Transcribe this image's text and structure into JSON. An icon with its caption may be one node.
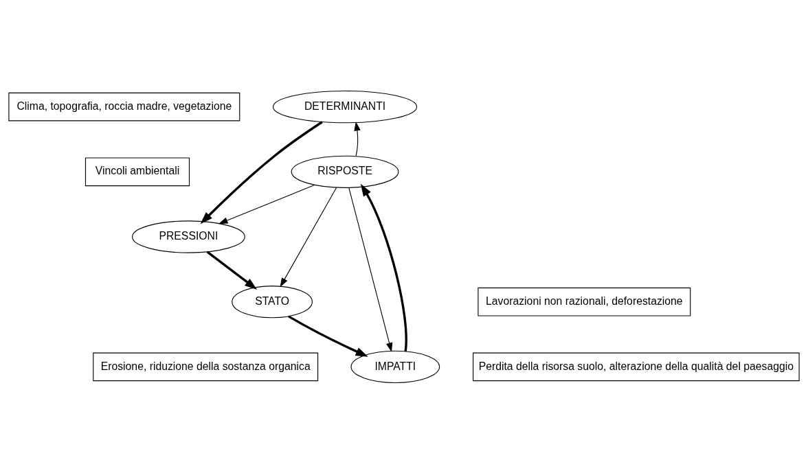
{
  "diagram": {
    "nodes": [
      {
        "text": [
          "Clima, topografia, roccia madre, vegetazione"
        ]
      },
      {
        "text": [
          "Vincoli ambientali"
        ]
      },
      {
        "text": [
          "RISPOSTE"
        ]
      },
      {
        "text": [
          "DETERMINANTI"
        ]
      },
      {
        "text": [
          "Perdita della risorsa suolo, alterazione della qualità del paesaggio"
        ]
      },
      {
        "text": [
          "PRESSIONI"
        ]
      },
      {
        "text": [
          "IMPATTI"
        ]
      },
      {
        "text": [
          "Lavorazioni non razionali, deforestazione"
        ]
      },
      {
        "text": [
          "STATO"
        ]
      },
      {
        "text": [
          "Erosione, riduzione della sostanza organica"
        ]
      }
    ],
    "edges": [
      {
        "from": 2,
        "to": 3,
        "arrow": "to"
      },
      {
        "from": 3,
        "to": 5,
        "arrow": "to",
        "style": "thick"
      },
      {
        "from": 2,
        "to": 5,
        "arrow": "to"
      },
      {
        "from": 2,
        "to": 8,
        "arrow": "to"
      },
      {
        "from": 2,
        "to": 6,
        "arrow": "to"
      },
      {
        "from": 6,
        "to": 2,
        "arrow": "to",
        "style": "thick"
      },
      {
        "from": 5,
        "to": 8,
        "arrow": "to",
        "style": "thick"
      },
      {
        "from": 8,
        "to": 6,
        "arrow": "to",
        "style": "thick"
      }
    ]
  }
}
